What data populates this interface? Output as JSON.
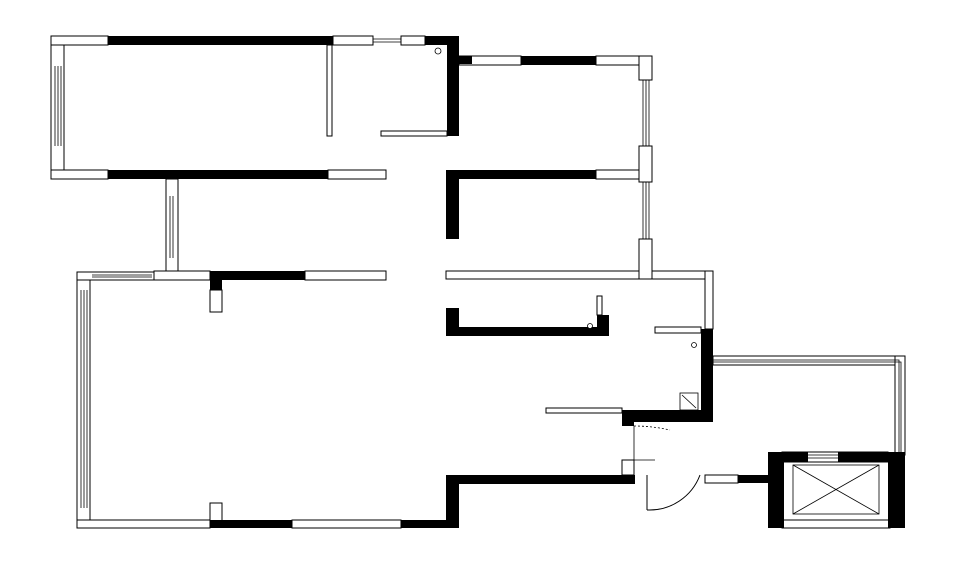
{
  "plan": {
    "colors": {
      "wall": "#000000",
      "background": "#ffffff",
      "line": "#000000"
    },
    "rooms": [
      {
        "id": "room-northwest"
      },
      {
        "id": "room-northeast"
      },
      {
        "id": "room-middle-west"
      },
      {
        "id": "room-middle-east"
      },
      {
        "id": "room-living"
      },
      {
        "id": "room-corridor"
      },
      {
        "id": "room-balcony-east"
      },
      {
        "id": "room-shaft"
      }
    ],
    "icons": {
      "entrance_door": "door-swing-icon",
      "shaft": "cross-box-icon",
      "floor_drain": "floor-drain-icon"
    }
  }
}
